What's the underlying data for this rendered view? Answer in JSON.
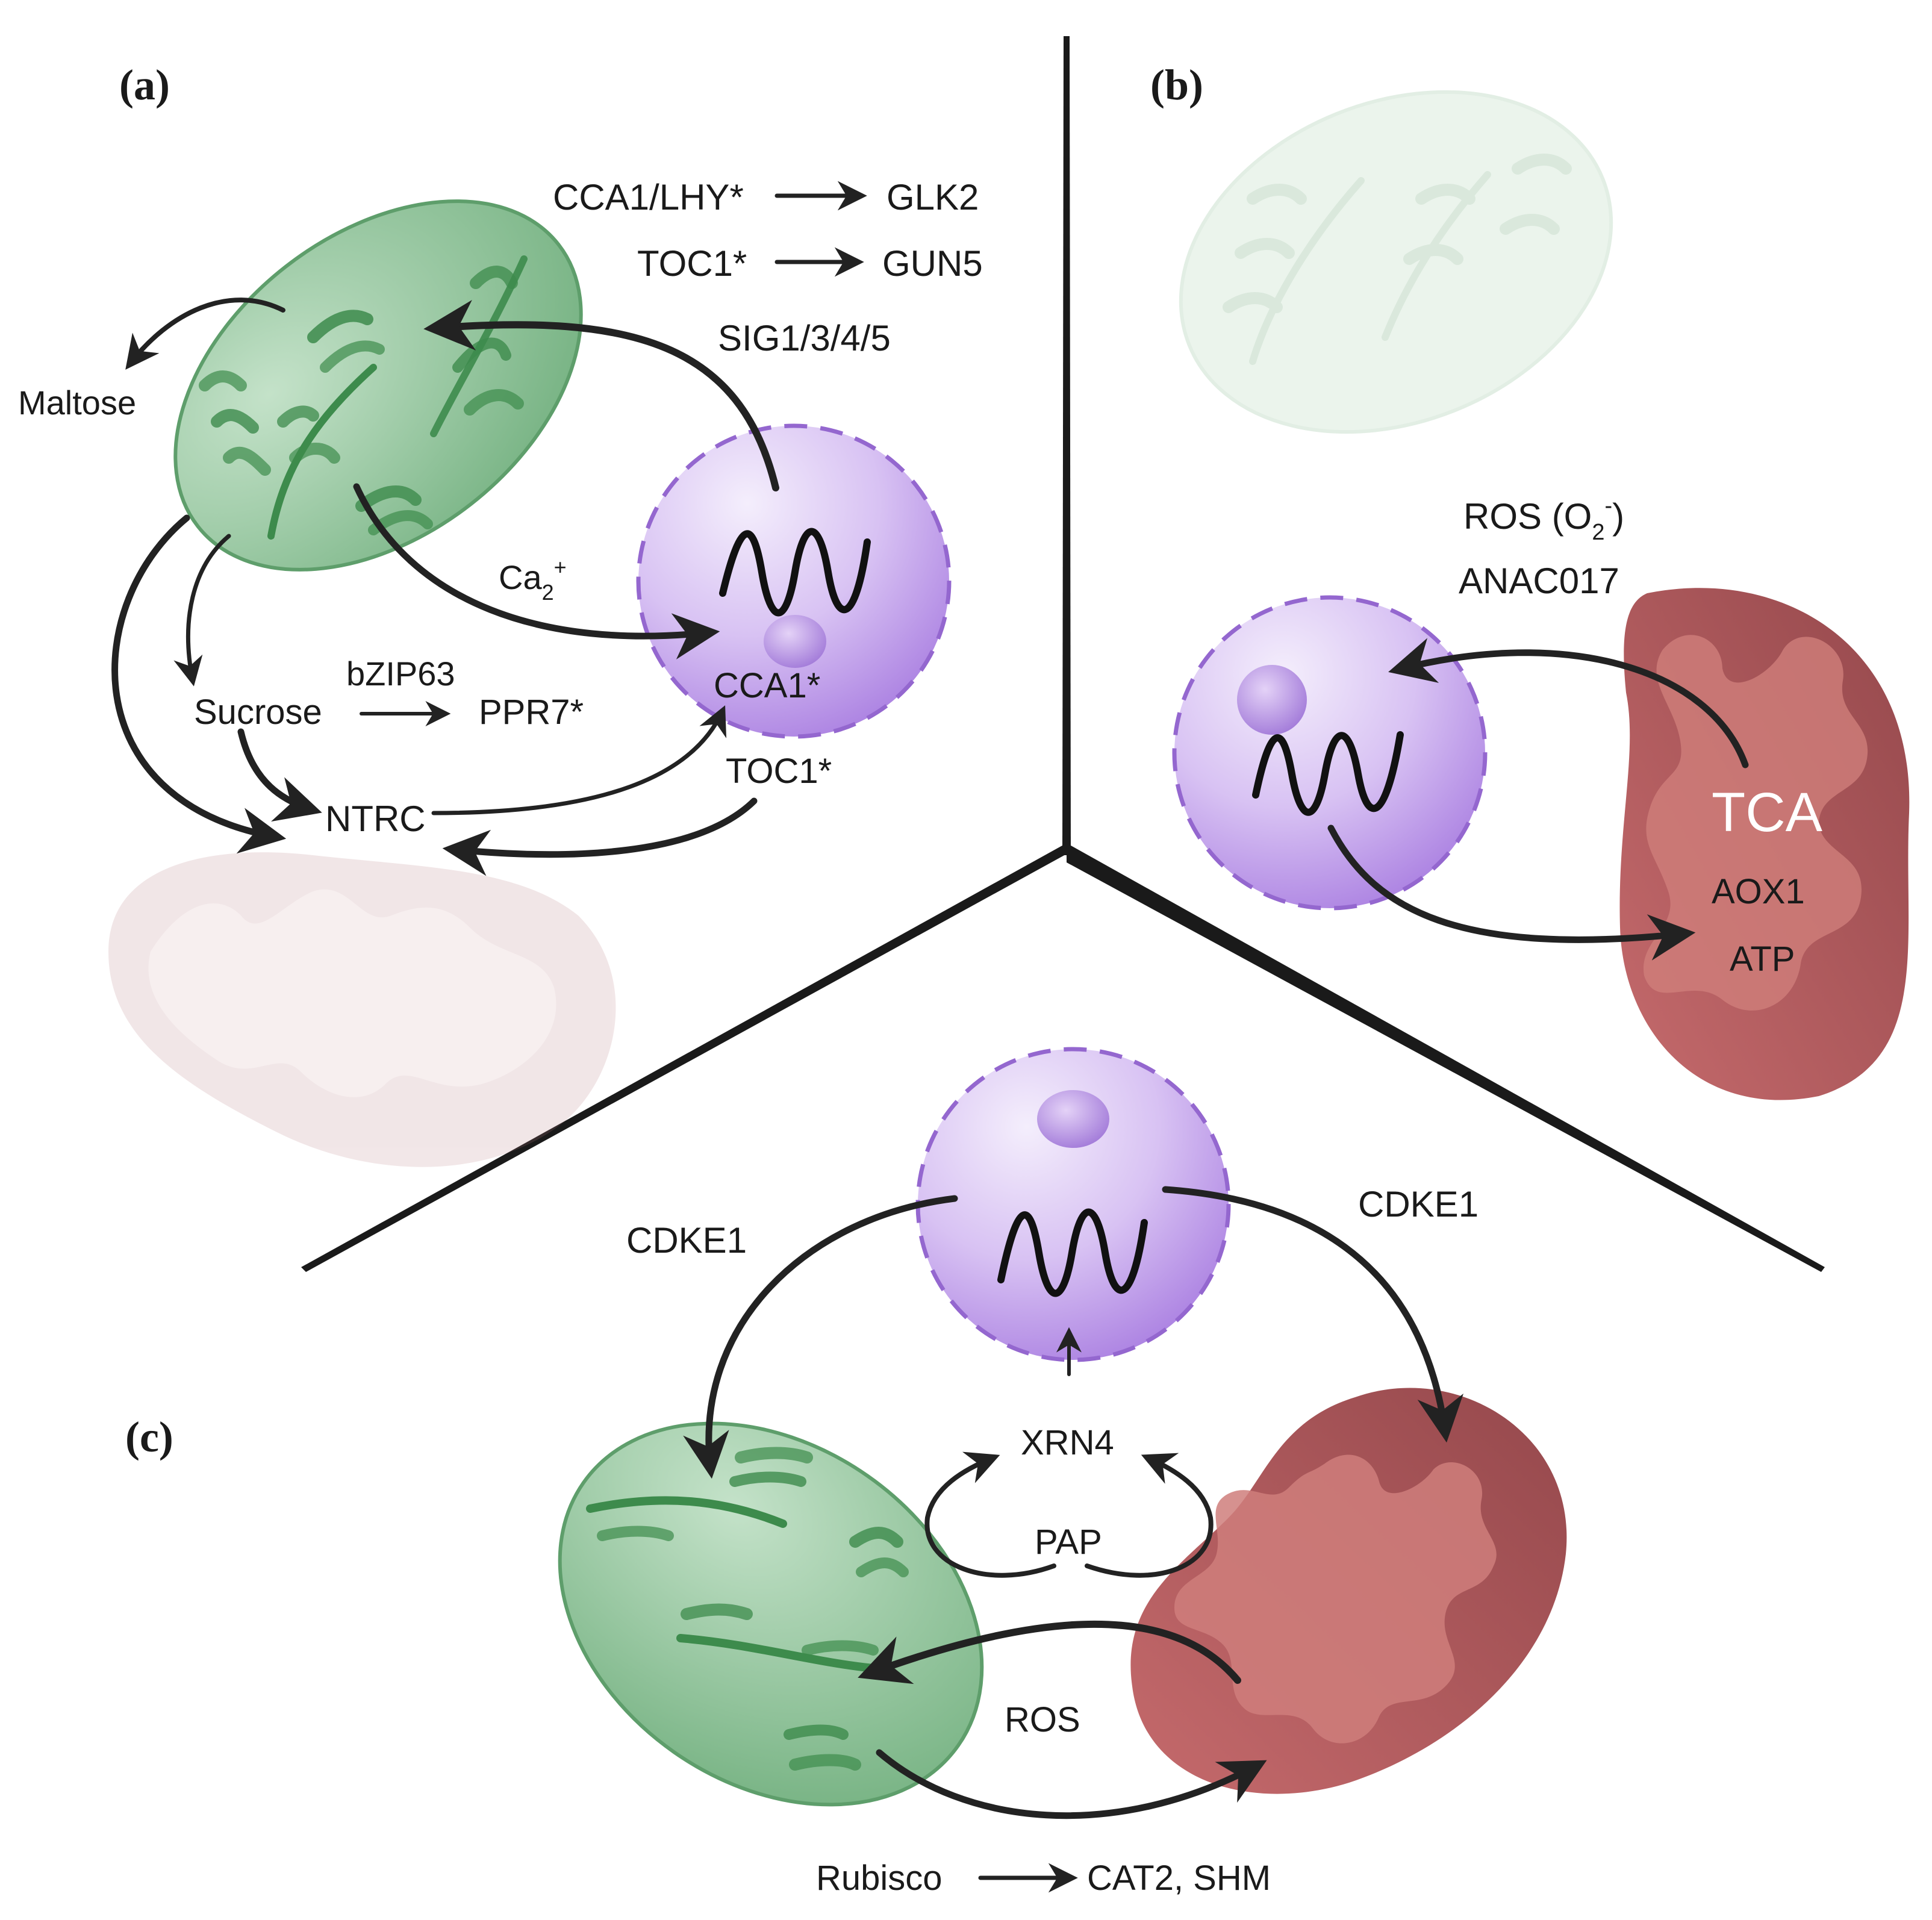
{
  "panels": {
    "a": "(a)",
    "b": "(b)",
    "c": "(c)"
  },
  "panel_a": {
    "cca1_lhy": "CCA1/LHY*",
    "glk2": "GLK2",
    "toc1_top": "TOC1*",
    "gun5": "GUN5",
    "sig": "SIG1/3/4/5",
    "maltose": "Maltose",
    "ca_base": "Ca",
    "ca_sub": "2",
    "ca_sup": "+",
    "bzip63": "bZIP63",
    "sucrose": "Sucrose",
    "ppr7": "PPR7*",
    "cca1": "CCA1*",
    "toc1": "TOC1*",
    "ntrc": "NTRC"
  },
  "panel_b": {
    "ros_base": "ROS (O",
    "ros_sub": "2",
    "ros_sup": "-",
    "ros_close": ")",
    "anac": "ANAC017",
    "tca": "TCA",
    "aox1": "AOX1",
    "atp": "ATP"
  },
  "panel_c": {
    "cdke1_left": "CDKE1",
    "cdke1_right": "CDKE1",
    "xrn4": "XRN4",
    "pap": "PAP",
    "ros": "ROS",
    "rubisco": "Rubisco",
    "cat2": "CAT2, SHM"
  },
  "colors": {
    "chloroplast": "#6fae7c",
    "chloroplast_light": "#c4e2c9",
    "thylakoid": "#3d8b4c",
    "nucleus": "#a77be0",
    "nucleus_light": "#eee4fb",
    "mitochondrion": "#9f4f52",
    "mitochondrion_inner": "#d17f7d",
    "arrow": "#222222"
  }
}
